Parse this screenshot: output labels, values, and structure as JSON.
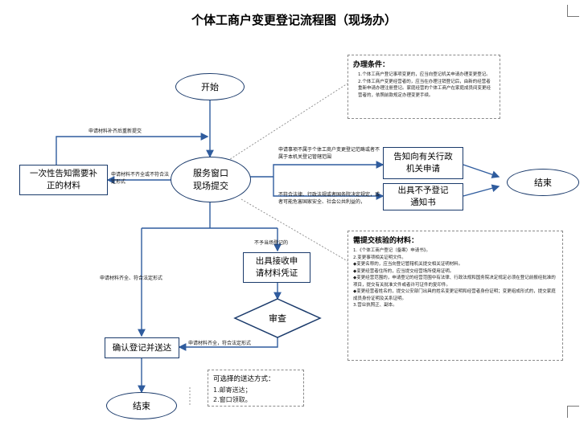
{
  "title": "个体工商户变更登记流程图（现场办）",
  "nodes": {
    "start": "开始",
    "window_submit_1": "服务窗口",
    "window_submit_2": "现场提交",
    "one_time_notice": "一次性告知需要补正的材料",
    "notify_authority": "告知向有关行政机关申请",
    "no_registration_notice": "出具不予登记通知书",
    "end_right": "结束",
    "receipt": "出具接收申请材料凭证",
    "review": "审查",
    "confirm_send": "确认登记并送达",
    "end_bottom": "结束"
  },
  "edge_labels": {
    "resubmit": "申请材料补齐后重新提交",
    "incomplete": "申请材料不齐全或不符合法定形式",
    "not_in_scope": "申请事项不属于个体工商户变更登记范畴或者不属于本机关登记管辖范围",
    "illegal": "不符合法律、行政法规或者国务院决定规定，或者可能危害国家安全、社会公共利益的，",
    "complete_left": "申请材料齐全、符合法定形式",
    "not_complete_right": "不予当场登记的",
    "complete_review": "申请材料齐全，符合法定形式"
  },
  "conditions_note": {
    "heading": "办理条件：",
    "items": [
      "1.个体工商户登记事项变更的，应当向登记机关申请办理变更登记。",
      "2.个体工商户变更经营者的，应当在办理注销登记后，由新的经营者重新申请办理注册登记。家庭经营的个体工商户在家庭成员间变更经营者的，依照前款规定办理变更手续。"
    ]
  },
  "materials_note": {
    "heading": "需提交核验的材料：",
    "items": [
      "1.《个体工商户登记（备案）申请书》。",
      "2.变更事项相关证明文件。",
      "◆变更名称的，应当向登记管辖机关提交相关证明材料。",
      "◆变更经营者住所的，应当提交经营场所使用证明。",
      "◆变更经营范围的，申请登记的经营范围中有法律、行政法规和国务院决定规定必须在登记前报经批准的项目，提交有关批准文件或者许可证件的复印件。",
      "◆变更经营者姓名的，提交公安部门出具的姓名变更证明和经营者身份证明；变更组成形式的，提交家庭成员身份证明及关系证明。",
      "3.营业执照正、副本。"
    ]
  },
  "delivery_note": {
    "heading": "可选择的送达方式：",
    "items": [
      "1.邮寄送达；",
      "2.窗口领取。"
    ]
  },
  "colors": {
    "node_border": "#1a3a6b",
    "arrow": "#2f5c9e",
    "dashed": "#8a8a8a"
  }
}
